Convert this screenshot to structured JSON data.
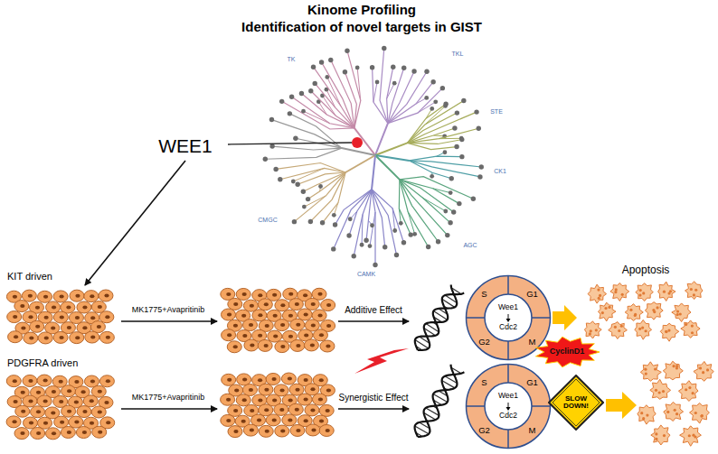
{
  "diagram": {
    "title": "Kinome Profiling",
    "nodes": [
      {
        "text": [
          "KIT driven"
        ]
      },
      {
        "text": [
          "S",
          "G1",
          "G2",
          "M",
          "Wee1",
          "Cdc2"
        ]
      },
      {
        "text": [
          "Apoptosis"
        ]
      },
      {
        "text": [
          "PDGFRA driven"
        ]
      },
      {
        "text": [
          "S",
          "G1",
          "G2",
          "M",
          "Wee1",
          "Cdc2"
        ]
      },
      {
        "text": [
          "CyclinD1"
        ]
      },
      {
        "text": [
          "SLOW DOWN!"
        ]
      }
    ],
    "edges": [
      {
        "from": 1,
        "to": 2,
        "arrow": "to"
      }
    ],
    "labels": [
      "Identification of novel targets in GIST",
      "WEE1",
      "TK",
      "TKL",
      "STE",
      "CK1",
      "AGC",
      "CAMK",
      "CMGC",
      "MK1775+Avapritinib",
      "Additive Effect",
      "MK1775+Avapritinib",
      "Synergistic Effect"
    ]
  }
}
